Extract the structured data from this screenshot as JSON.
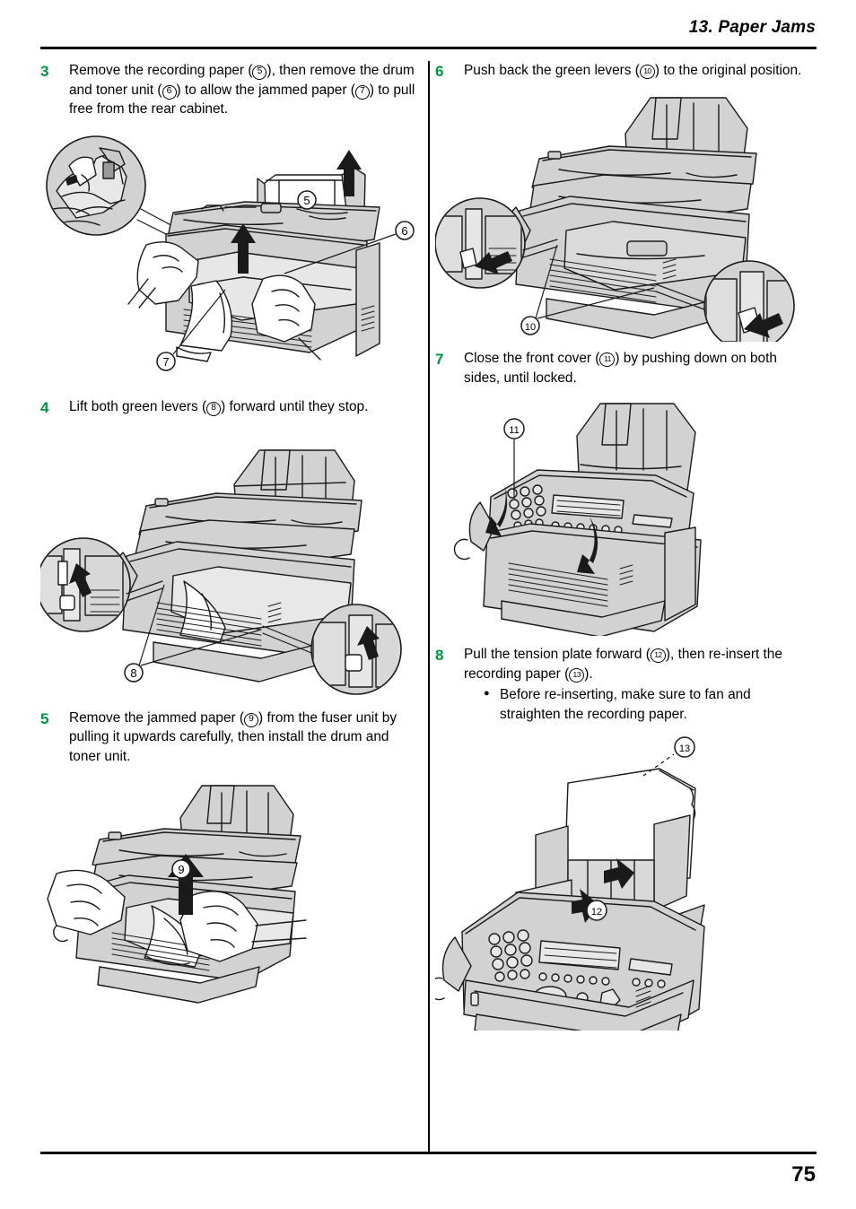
{
  "header": {
    "chapter": "13. Paper Jams"
  },
  "footer": {
    "page_number": "75"
  },
  "columns": {
    "left": [
      {
        "number": "3",
        "text_parts": [
          "Remove the recording paper (",
          "5",
          "), then remove the drum and toner unit (",
          "6",
          ") to allow the jammed paper (",
          "7",
          ") to pull free from the rear cabinet."
        ],
        "text_plain": "Remove the recording paper (5), then remove the drum and toner unit (6) to allow the jammed paper (7) to pull free from the rear cabinet.",
        "figure": {
          "name": "fax-machine-remove-paper-and-drum",
          "callouts": [
            "5",
            "6",
            "7"
          ],
          "description": "Fax machine with cover open, hands removing drum and toner unit; magnified inset circle at upper left; upward arrows"
        }
      },
      {
        "number": "4",
        "text_parts": [
          "Lift both green levers (",
          "8",
          ") forward until they stop."
        ],
        "text_plain": "Lift both green levers (8) forward until they stop.",
        "figure": {
          "name": "fax-machine-lift-green-levers",
          "callouts": [
            "8"
          ],
          "description": "Fax machine open with two magnified inset circles showing green levers and downward/forward arrows"
        }
      },
      {
        "number": "5",
        "text_parts": [
          "Remove the jammed paper (",
          "9",
          ") from the fuser unit by pulling it upwards carefully, then install the drum and toner unit."
        ],
        "text_plain": "Remove the jammed paper (9) from the fuser unit by pulling it upwards carefully, then install the drum and toner unit.",
        "figure": {
          "name": "fax-machine-remove-jammed-paper-fuser",
          "callouts": [
            "9"
          ],
          "description": "Hands pulling jammed paper upward out of the fuser unit, large upward arrow"
        }
      }
    ],
    "right": [
      {
        "number": "6",
        "text_parts": [
          "Push back the green levers (",
          "10",
          ") to the original position."
        ],
        "text_plain": "Push back the green levers (10) to the original position.",
        "figure": {
          "name": "fax-machine-push-back-green-levers",
          "callouts": [
            "10"
          ],
          "description": "Fax machine open with two magnified inset circles showing green levers and upward arrows"
        }
      },
      {
        "number": "7",
        "text_parts": [
          "Close the front cover (",
          "11",
          ") by pushing down on both sides, until locked."
        ],
        "text_plain": "Close the front cover (11) by pushing down on both sides, until locked.",
        "figure": {
          "name": "fax-machine-close-front-cover",
          "callouts": [
            "11"
          ],
          "description": "Fax machine with front cover being closed, two curved downward arrows on both sides"
        }
      },
      {
        "number": "8",
        "text_parts": [
          "Pull the tension plate forward (",
          "12",
          "), then re-insert the recording paper (",
          "13",
          ")."
        ],
        "text_plain": "Pull the tension plate forward (12), then re-insert the recording paper (13).",
        "bullets": [
          "Before re-inserting, make sure to fan and straighten the recording paper."
        ],
        "figure": {
          "name": "fax-machine-reinsert-recording-paper",
          "callouts": [
            "12",
            "13"
          ],
          "description": "Fax machine with paper stack being inserted into the paper tray, downward arrows"
        }
      }
    ]
  },
  "colors": {
    "step_number_green": "#00953f",
    "illustration_fill": "#d3d3d3",
    "illustration_line": "#1a1a1a",
    "text": "#000000"
  }
}
